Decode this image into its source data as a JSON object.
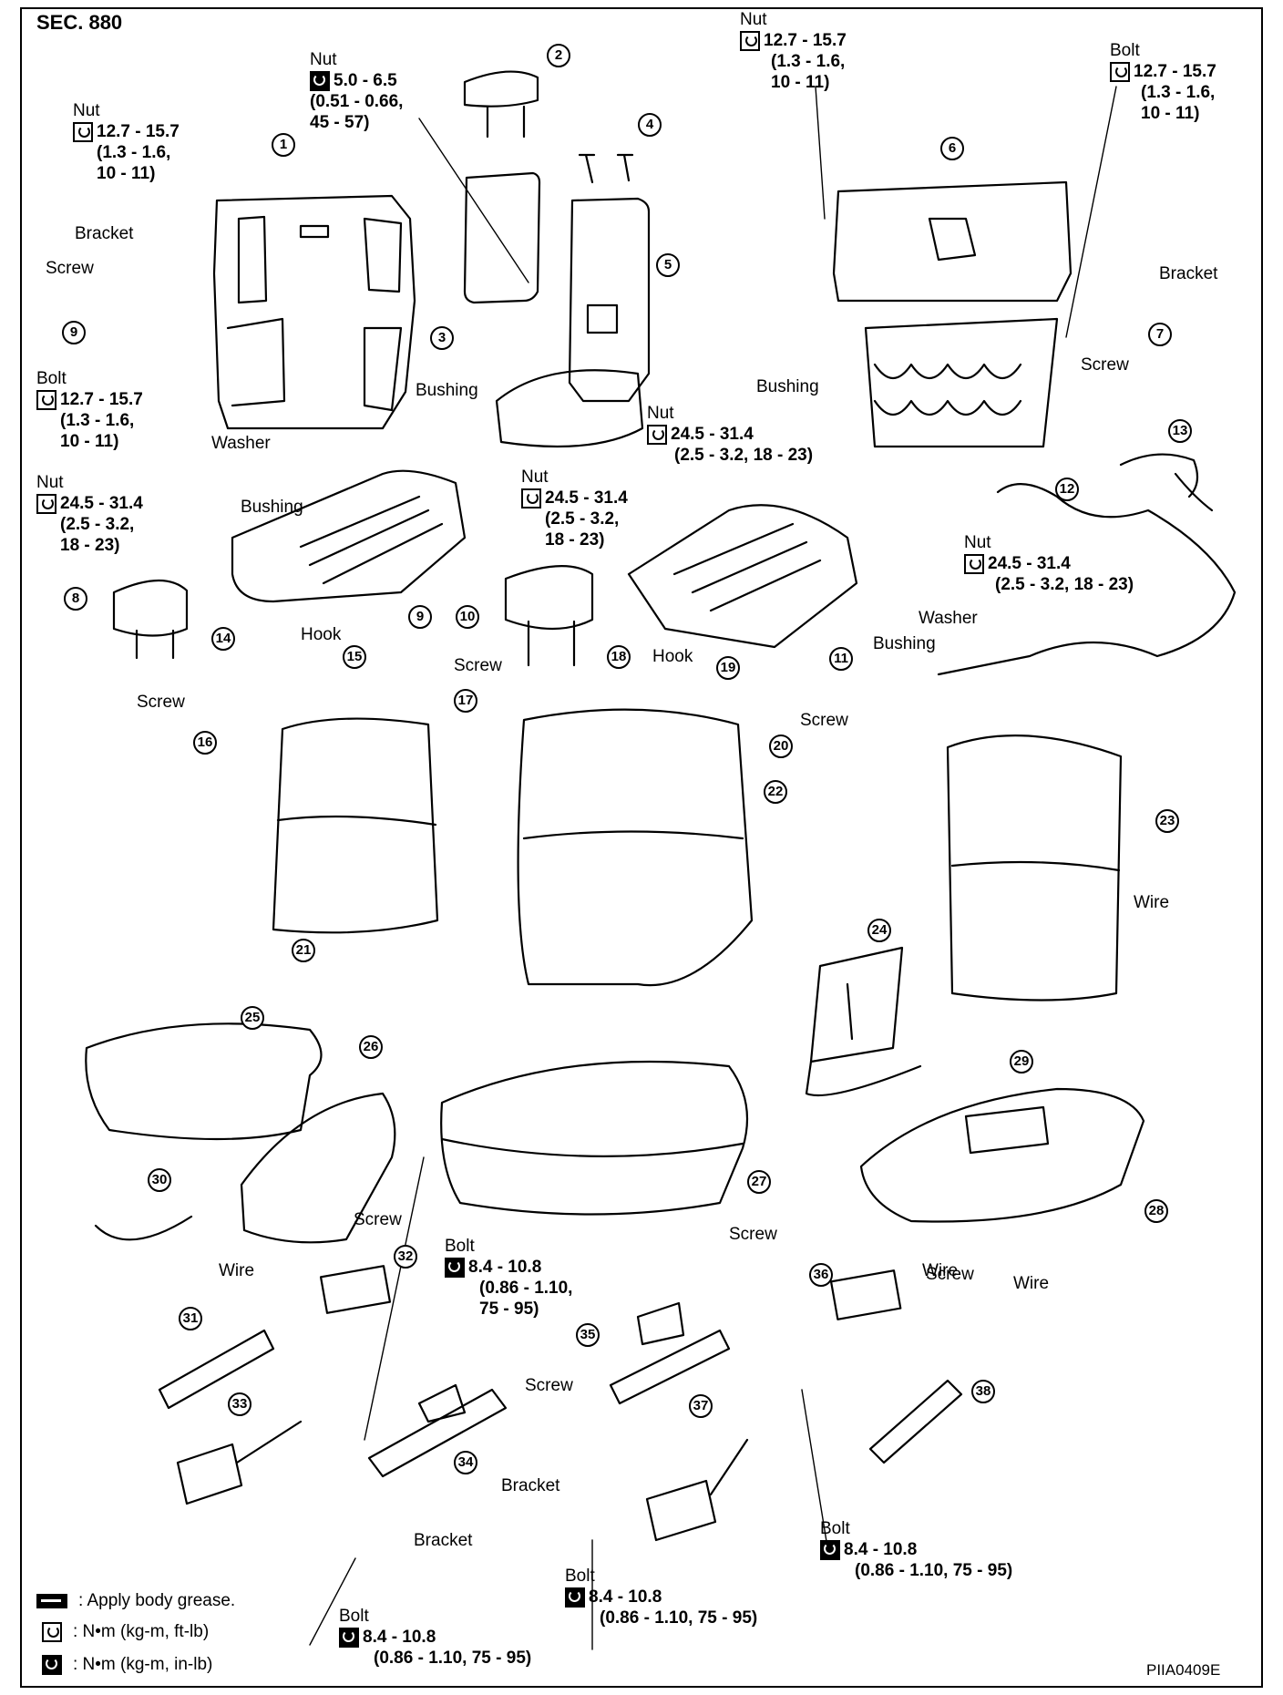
{
  "section_title": "SEC. 880",
  "figure_id": "PIIA0409E",
  "legend": [
    {
      "icon": "grease-icon",
      "text": ": Apply body grease."
    },
    {
      "icon": "torque-open-icon",
      "text": ": N•m (kg-m, ft-lb)"
    },
    {
      "icon": "torque-solid-icon",
      "text": ": N•m (kg-m, in-lb)"
    }
  ],
  "torque_specs": [
    {
      "label": "Nut",
      "icon": "torque-solid-icon",
      "lines": [
        "5.0 - 6.5",
        "(0.51 - 0.66,",
        "45 - 57)"
      ]
    },
    {
      "label": "Nut",
      "icon": "torque-open-icon",
      "lines": [
        "12.7 - 15.7",
        "(1.3 - 1.6,",
        "10 - 11)"
      ]
    },
    {
      "label": "Bolt",
      "icon": "torque-open-icon",
      "lines": [
        "12.7 - 15.7",
        "(1.3 - 1.6,",
        "10 - 11)"
      ]
    },
    {
      "label": "Nut",
      "icon": "torque-open-icon",
      "lines": [
        "12.7 - 15.7",
        "(1.3 - 1.6,",
        "10 - 11)"
      ]
    },
    {
      "label": "Bolt",
      "icon": "torque-open-icon",
      "lines": [
        "12.7 - 15.7",
        "(1.3 - 1.6,",
        "10 - 11)"
      ]
    },
    {
      "label": "Nut",
      "icon": "torque-open-icon",
      "lines": [
        "24.5 - 31.4",
        "(2.5 - 3.2,",
        "18 - 23)"
      ]
    },
    {
      "label": "Nut",
      "icon": "torque-open-icon",
      "lines": [
        "24.5 - 31.4",
        "(2.5 - 3.2,",
        "18 - 23)"
      ]
    },
    {
      "label": "Nut",
      "icon": "torque-open-icon",
      "lines": [
        "24.5 - 31.4",
        "(2.5 - 3.2, 18 - 23)"
      ]
    },
    {
      "label": "Nut",
      "icon": "torque-open-icon",
      "lines": [
        "24.5 - 31.4",
        "(2.5 - 3.2, 18 - 23)"
      ]
    },
    {
      "label": "Bolt",
      "icon": "torque-solid-icon",
      "lines": [
        "8.4 - 10.8",
        "(0.86 - 1.10,",
        "75 - 95)"
      ]
    },
    {
      "label": "Bolt",
      "icon": "torque-solid-icon",
      "lines": [
        "8.4 - 10.8",
        "(0.86 - 1.10, 75 - 95)"
      ]
    },
    {
      "label": "Bolt",
      "icon": "torque-solid-icon",
      "lines": [
        "8.4 - 10.8",
        "(0.86 - 1.10, 75 - 95)"
      ]
    },
    {
      "label": "Bolt",
      "icon": "torque-solid-icon",
      "lines": [
        "8.4 - 10.8",
        "(0.86 - 1.10, 75 - 95)"
      ]
    }
  ],
  "callouts": [
    "Bracket",
    "Screw",
    "Bushing",
    "Washer",
    "Bushing",
    "Bushing",
    "Hook",
    "Screw",
    "Screw",
    "Screw",
    "Bracket",
    "Screw",
    "Bushing",
    "Washer",
    "Hook",
    "Wire",
    "Wire",
    "Screw",
    "Wire",
    "Wire",
    "Screw",
    "Screw",
    "Bracket",
    "Screw",
    "Bracket"
  ],
  "part_numbers": [
    "1",
    "2",
    "3",
    "4",
    "5",
    "6",
    "7",
    "8",
    "9",
    "9",
    "10",
    "11",
    "12",
    "13",
    "14",
    "15",
    "16",
    "17",
    "18",
    "19",
    "20",
    "21",
    "22",
    "23",
    "24",
    "25",
    "26",
    "27",
    "28",
    "29",
    "30",
    "31",
    "32",
    "33",
    "34",
    "35",
    "36",
    "37",
    "38"
  ]
}
